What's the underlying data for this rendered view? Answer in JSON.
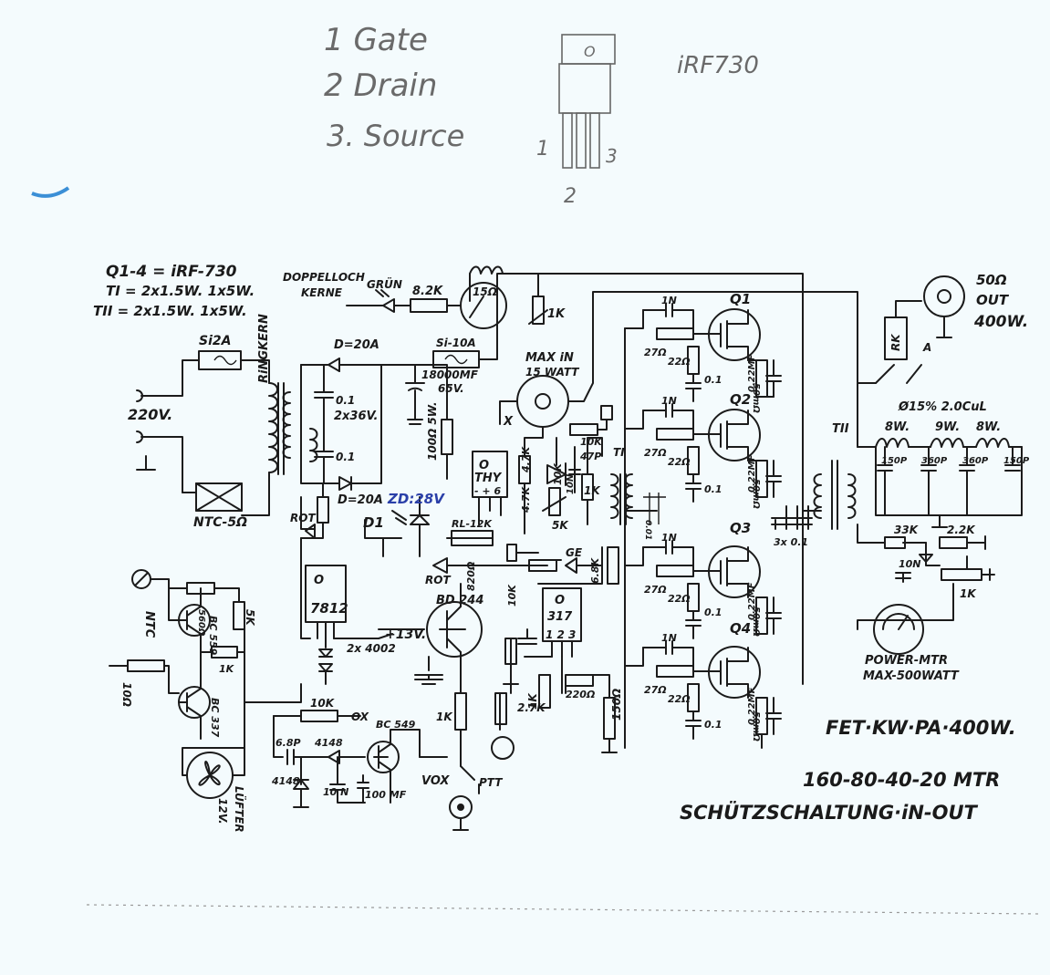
{
  "pinout": {
    "line1": "1 Gate",
    "line2": "2 Drain",
    "line3": "3. Source",
    "part": "iRF730",
    "pin1": "1",
    "pin2": "2",
    "pin3": "3",
    "tab_hole": "O"
  },
  "header_notes": {
    "q": "Q1-4 = iRF-730",
    "t1": "TI = 2x1.5W. 1x5W.",
    "t2": "TII = 2x1.5W. 1x5W."
  },
  "labels": {
    "doppelloch": "DOPPELLOCH",
    "kerne": "KERNE",
    "ringkern": "RiNGKERN",
    "gruen": "GRÜN",
    "r82k": "8.2K",
    "meter15": "15Ω",
    "pot1k": "1K",
    "si2a": "Si2A",
    "si10a": "Si-10A",
    "v220": "220V.",
    "d20a_top": "D=20A",
    "d20a_bot": "D=20A",
    "c01a": "0.1",
    "c2x36": "2x36V.",
    "c01b": "0.1",
    "c18000": "18000MF",
    "c65v": "65V.",
    "r100": "100Ω 5W.",
    "ntc": "NTC-5Ω",
    "rot1": "ROT",
    "zd": "ZD:28V",
    "d1": "D1",
    "rl": "RL-12K",
    "thy": "THY",
    "thy_pins": "- + 6",
    "maxin": "MAX iN",
    "maxin2": "15 WATT",
    "x1": "X",
    "r47k_a": "4.7K",
    "r47k_b": "4.7K",
    "r10k_a": "10K",
    "c47p": "47P",
    "r1k_a": "1K",
    "r10k_b": "10K",
    "r5k": "5K",
    "r1k_b": "1K",
    "c10n": "10N",
    "ti": "TI",
    "rot2": "ROT",
    "ge": "GE",
    "r820": "820Ω",
    "r10k_c": "10K",
    "r68k": "6.8K",
    "i7812": "7812",
    "d2x4002": "2x 4002",
    "v13": "+13V.",
    "bd244": "BD 244",
    "lm317": "317",
    "lm317_pins": "1 2 3",
    "r1k_c": "1K",
    "r1k_d": "1K",
    "r220": "220Ω",
    "r150": "150Ω",
    "r27k": "2.7K",
    "ptt": "PTT",
    "vox": "VOX",
    "bc549": "BC 549",
    "r10k_vox": "10K",
    "c68p": "6.8P",
    "d4148a": "4148",
    "d4148b": "4148",
    "c10n_b": "10 N",
    "c100mf": "100 MF",
    "xo": "OX",
    "ntc2": "NTC",
    "bc559": "BC 559",
    "r560": "560Ω",
    "r5k_b": "5K",
    "r1k_e": "1K",
    "r10o": "10Ω",
    "bc337": "BC 337",
    "luefter": "LÜFTER",
    "v12": "12V.",
    "q1": "Q1",
    "q2": "Q2",
    "q3": "Q3",
    "q4": "Q4",
    "c1n_1": "1N",
    "c1n_2": "1N",
    "c1n_3": "1N",
    "c1n_4": "1N",
    "r27_1": "27Ω",
    "r27_2": "27Ω",
    "r27_3": "27Ω",
    "r27_4": "27Ω",
    "r22_1": "22Ω",
    "r22_2": "22Ω",
    "r22_3": "22Ω",
    "r22_4": "22Ω",
    "c01_1": "0.1",
    "c01_2": "0.1",
    "c01_3": "0.1",
    "c01_4": "0.1",
    "r50m_1": "50mΩ",
    "r50m_2": "50mΩ",
    "r50m_3": "50mΩ",
    "r50m_4": "50mΩ",
    "c022_1": "0.22MF",
    "c022_2": "0.22MF",
    "c022_3": "0.22MF",
    "c022_4": "0.22MF",
    "c001": "0.01",
    "c3x01": "3x 0.1",
    "tii": "TII",
    "wire": "Ø15% 2.0CuL",
    "w8a": "8W.",
    "w9": "9W.",
    "w8b": "8W.",
    "p150a": "150P",
    "p360a": "360P",
    "p360b": "360P",
    "p150b": "150P",
    "r33k": "33K",
    "r22k": "2.2K",
    "c10n_c": "10N",
    "r1k_f": "1K",
    "rk": "RK",
    "ra": "A",
    "out1": "50Ω",
    "out2": "OUT",
    "out3": "400W.",
    "pwr1": "POWER-MTR",
    "pwr2": "MAX-500WATT"
  },
  "titles": {
    "t1": "FET·KW·PA·400W.",
    "t2": "160-80-40-20 MTR",
    "t3": "SCHÜTZSCHALTUNG·iN-OUT"
  }
}
